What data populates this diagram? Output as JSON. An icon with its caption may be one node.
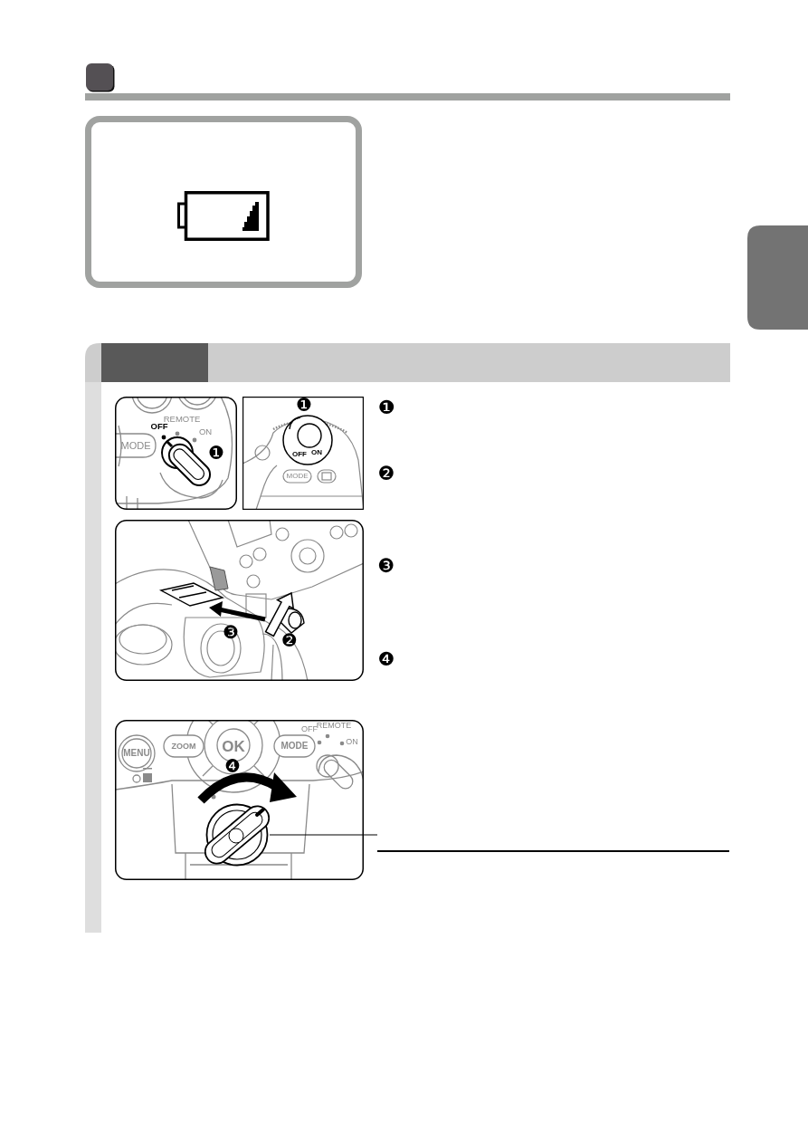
{
  "diagram": {
    "nodes": [
      {
        "text": [],
        "shape": "box"
      },
      {
        "text": [],
        "shape": "box"
      },
      {
        "text": [],
        "shape": "picture"
      }
    ],
    "edges": [
      {
        "from": null,
        "to": 2,
        "arrow": "none"
      }
    ],
    "labels": [
      "OFF",
      "REMOTE",
      "ON",
      "MODE",
      "❶",
      "❶",
      "OFF",
      "ON",
      "MODE",
      "❶",
      "❷",
      "❸",
      "❷",
      "❸",
      "❹",
      "MENU",
      "ZOOM",
      "OK",
      "MODE",
      "OFF",
      "REMOTE",
      "ON",
      "❹"
    ]
  }
}
